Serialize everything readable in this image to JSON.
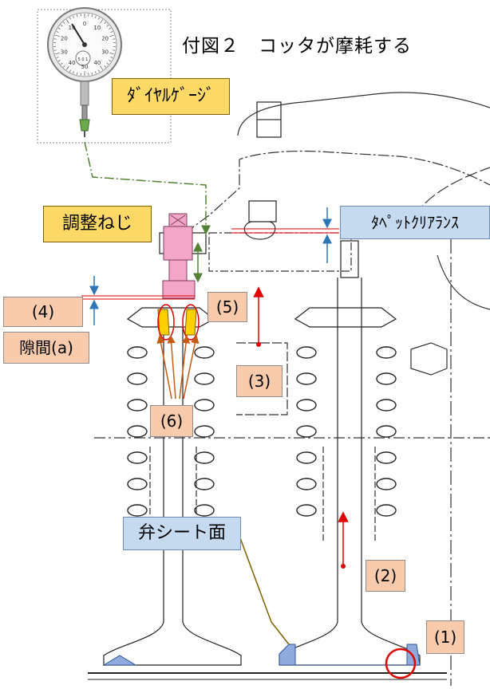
{
  "title": "付図２　コッタが摩耗する",
  "gauge": {
    "label": "ﾀﾞｲﾔﾙｹﾞｰｼﾞ",
    "dial_numbers": [
      "0",
      "10",
      "20",
      "30",
      "40",
      "50",
      "40",
      "30",
      "20",
      "10"
    ],
    "center_digits": "5 0 1"
  },
  "labels": {
    "adjust_screw": "調整ねじ",
    "tappet_clearance": "ﾀﾍﾟｯﾄｸﾘｱﾗﾝｽ",
    "item4": "(4)",
    "gap_a": "隙間(a)",
    "item5": "(5)",
    "item3": "(3)",
    "item6": "(6)",
    "item2": "(2)",
    "valve_seat": "弁シート面",
    "item1": "(1)"
  }
}
